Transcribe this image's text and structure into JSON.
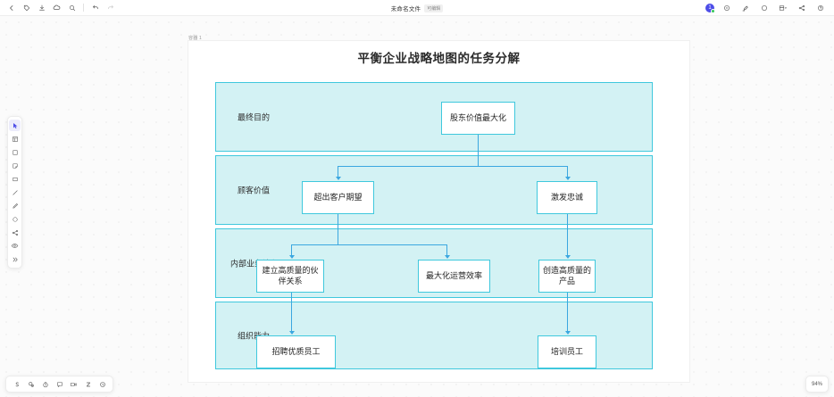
{
  "topbar": {
    "left_tools": [
      {
        "name": "back-icon",
        "label": "返回"
      },
      {
        "name": "tag-icon",
        "label": "标签"
      },
      {
        "name": "download-icon",
        "label": "下载"
      },
      {
        "name": "cloud-icon",
        "label": "云同步"
      },
      {
        "name": "search-icon",
        "label": "搜索"
      }
    ],
    "history_tools": [
      {
        "name": "undo-icon",
        "label": "撤销"
      },
      {
        "name": "redo-icon",
        "label": "重做"
      }
    ],
    "doc_title": "未命名文件",
    "doc_badge": "可编辑",
    "avatar_count": "1",
    "right_tools": [
      {
        "name": "history-icon",
        "label": "历史记录"
      },
      {
        "name": "comment-icon",
        "label": "评论"
      },
      {
        "name": "presentation-icon",
        "label": "演示"
      },
      {
        "name": "layout-icon",
        "label": "布局"
      },
      {
        "name": "share-icon",
        "label": "分享"
      },
      {
        "name": "help-icon",
        "label": "帮助"
      }
    ]
  },
  "rail": {
    "items": [
      {
        "name": "cursor-tool",
        "label": "选择",
        "active": true
      },
      {
        "name": "frame-tool",
        "label": "画框"
      },
      {
        "name": "shape-tool",
        "label": "形状"
      },
      {
        "name": "sticky-note-tool",
        "label": "便签"
      },
      {
        "name": "rectangle-tool",
        "label": "矩形"
      },
      {
        "name": "line-tool",
        "label": "直线"
      },
      {
        "name": "pen-tool",
        "label": "画笔"
      },
      {
        "name": "ellipse-tool",
        "label": "圆形"
      },
      {
        "name": "connector-tool",
        "label": "连接线"
      },
      {
        "name": "eraser-tool",
        "label": "橡皮擦"
      },
      {
        "name": "more-tools",
        "label": "更多"
      }
    ]
  },
  "bottombar": {
    "items": [
      {
        "name": "smart-tool-icon",
        "label": "S"
      },
      {
        "name": "layers-icon",
        "label": "图层"
      },
      {
        "name": "timer-icon",
        "label": "计时器"
      },
      {
        "name": "chat-icon",
        "label": "聊天"
      },
      {
        "name": "video-icon",
        "label": "视频"
      },
      {
        "name": "zoom-tool-icon",
        "label": "Z"
      },
      {
        "name": "settings-icon",
        "label": "设置"
      }
    ]
  },
  "zoom": {
    "level": "94%"
  },
  "page": {
    "label": "容器 1",
    "title": "平衡企业战略地图的任务分解"
  },
  "chart_data": {
    "type": "diagram",
    "title": "平衡企业战略地图的任务分解",
    "band_fill": "#d3f2f4",
    "band_border": "#3fc8dd",
    "node_border": "#3fc8dd",
    "connector_color": "#3ba7e0",
    "bands": [
      {
        "label": "最终目的",
        "nodes": [
          {
            "text": "股东价值最大化"
          }
        ]
      },
      {
        "label": "顾客价值",
        "nodes": [
          {
            "text": "超出客户期望"
          },
          {
            "text": "激发忠诚"
          }
        ]
      },
      {
        "label": "内部业务流程",
        "nodes": [
          {
            "text": "建立高质量的伙伴关系"
          },
          {
            "text": "最大化运营效率"
          },
          {
            "text": "创造高质量的产品"
          }
        ]
      },
      {
        "label": "组织能力",
        "nodes": [
          {
            "text": "招聘优质员工"
          },
          {
            "text": "培训员工"
          }
        ]
      }
    ],
    "edges": [
      {
        "from": "股东价值最大化",
        "to": "超出客户期望"
      },
      {
        "from": "股东价值最大化",
        "to": "激发忠诚"
      },
      {
        "from": "超出客户期望",
        "to": "建立高质量的伙伴关系"
      },
      {
        "from": "超出客户期望",
        "to": "最大化运营效率"
      },
      {
        "from": "激发忠诚",
        "to": "创造高质量的产品"
      },
      {
        "from": "建立高质量的伙伴关系",
        "to": "招聘优质员工"
      },
      {
        "from": "创造高质量的产品",
        "to": "培训员工"
      }
    ]
  }
}
